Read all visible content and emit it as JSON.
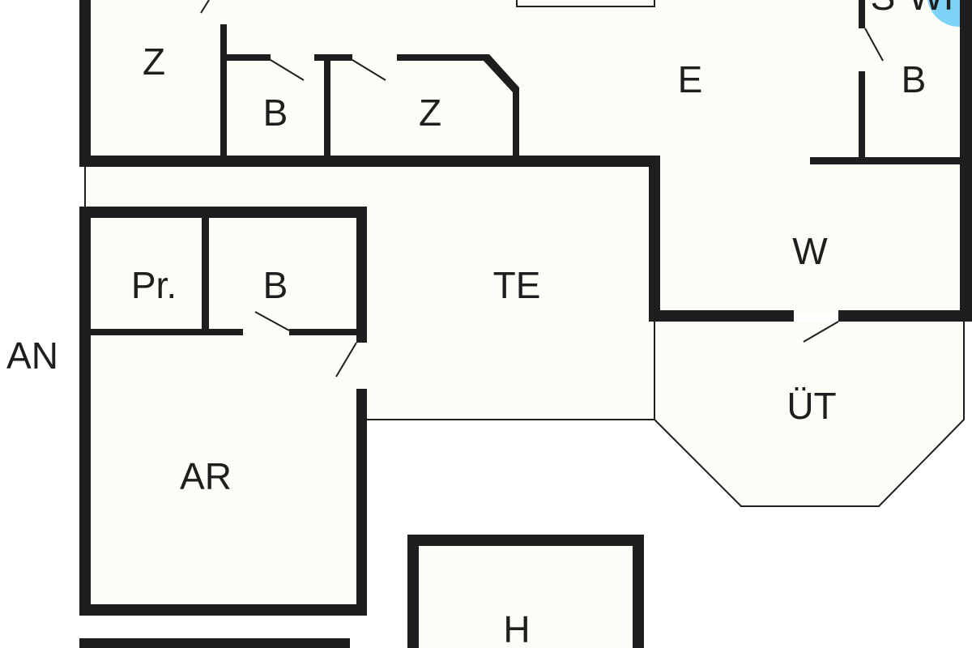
{
  "plan": {
    "rooms": {
      "z_top_left": "Z",
      "b_top_small": "B",
      "z_top_mid": "Z",
      "e": "E",
      "b_top_right": "B",
      "s_partial": "S",
      "wh_partial": "WH",
      "w": "W",
      "te": "TE",
      "pr": "Pr.",
      "b_mid": "B",
      "an_partial": "AN",
      "ar": "AR",
      "ut": "ÜT",
      "h": "H"
    },
    "colors": {
      "wall": "#1e1e1e",
      "floor": "#fdfdf8",
      "fixture": "#7dd3f5"
    }
  }
}
